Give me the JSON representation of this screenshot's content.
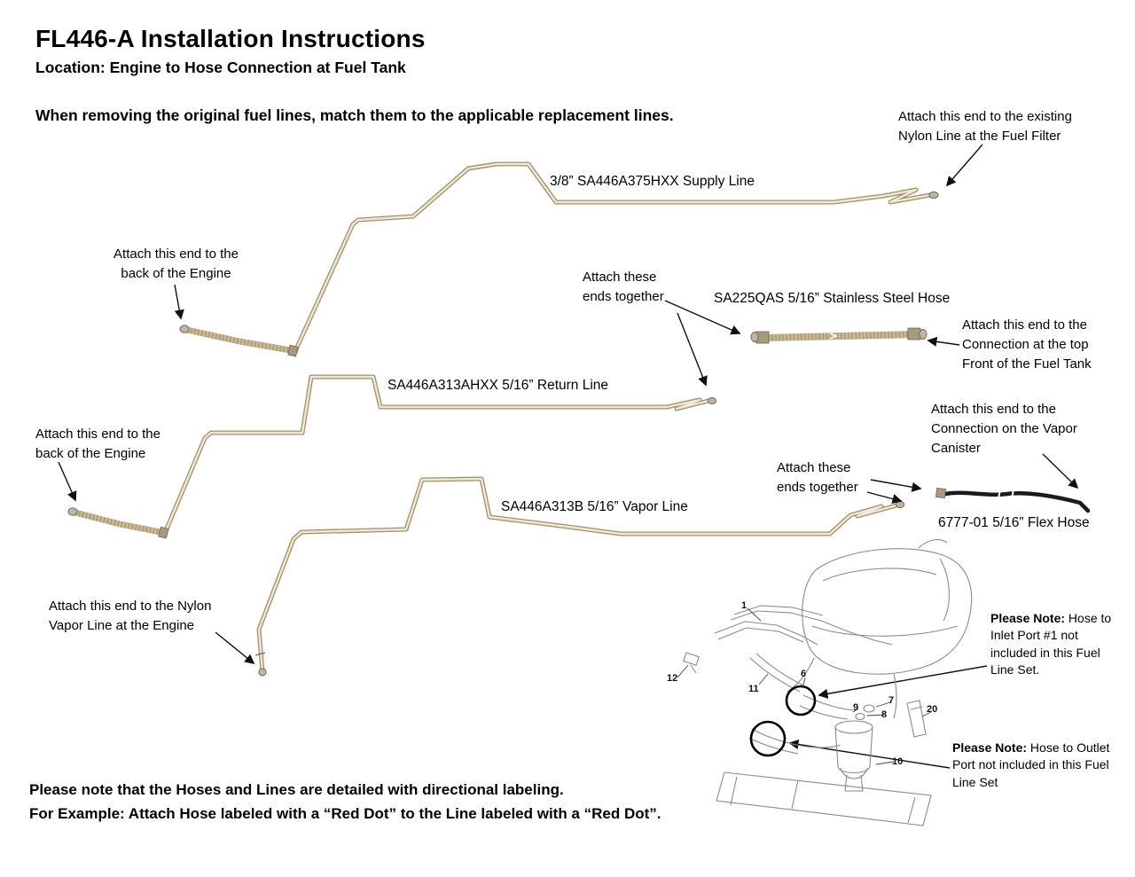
{
  "page": {
    "title": "FL446-A Installation Instructions",
    "subtitle": "Location: Engine to Hose Connection at Fuel Tank",
    "intro": "When removing the original fuel lines, match them to the applicable replacement lines.",
    "footer_line1": "Please note that the Hoses and Lines are detailed with directional labeling.",
    "footer_line2": "For Example: Attach Hose labeled with a “Red Dot” to the Line labeled with a “Red Dot”."
  },
  "labels": {
    "supply_line": "3/8” SA446A375HXX Supply Line",
    "return_line": "SA446A313AHXX 5/16” Return Line",
    "vapor_line": "SA446A313B 5/16” Vapor Line",
    "ss_hose": "SA225QAS 5/16” Stainless Steel Hose",
    "flex_hose": "6777-01 5/16” Flex Hose"
  },
  "annotations": {
    "fuel_filter": "Attach this end to the existing Nylon Line at the Fuel Filter",
    "engine_back_supply": "Attach this end to the back of the Engine",
    "ends_together_1": "Attach these ends together",
    "fuel_tank_front": "Attach this end to the Connection at the top Front of the Fuel Tank",
    "engine_back_return": "Attach this end to the back of the Engine",
    "vapor_canister": "Attach this end to the Connection on the Vapor Canister",
    "ends_together_2": "Attach these ends together",
    "nylon_vapor": "Attach this end to the Nylon Vapor Line at the Engine"
  },
  "notes": {
    "inlet": {
      "bold": "Please Note:",
      "text": " Hose to Inlet Port #1 not included in this Fuel Line Set."
    },
    "outlet": {
      "bold": "Please Note:",
      "text": " Hose to Outlet Port not included in this Fuel Line Set"
    }
  },
  "diagram": {
    "callouts": {
      "c1": "1",
      "c6": "6",
      "c7": "7",
      "c8": "8",
      "c9": "9",
      "c10": "10",
      "c11": "11",
      "c12": "12",
      "c20": "20"
    }
  },
  "colors": {
    "line_fill": "#f0e8d4",
    "line_stroke": "#a09070",
    "braid": "#c8b894",
    "flex_hose": "#1b1b1b",
    "sketch": "#8a8a8a",
    "text": "#000000"
  }
}
